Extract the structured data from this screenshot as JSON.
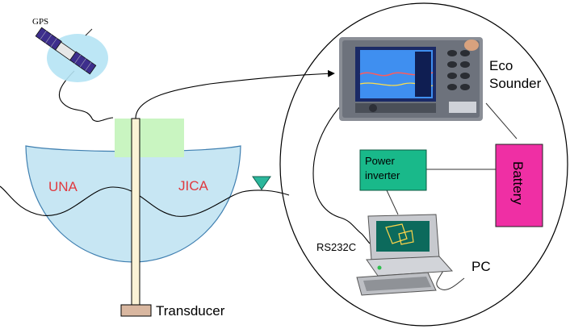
{
  "labels": {
    "gps": "GPS",
    "una": "UNA",
    "jica": "JICA",
    "eco_sounder_line1": "Eco",
    "eco_sounder_line2": "Sounder",
    "power_inverter_line1": "Power",
    "power_inverter_line2": "inverter",
    "battery": "Battery",
    "rs232c": "RS232C",
    "pc": "PC",
    "transducer": "Transducer"
  },
  "colors": {
    "boat_hull": "#c7e6f3",
    "antenna_mount": "#c9f5c1",
    "power_inverter": "#19b98a",
    "battery": "#ef2fa4",
    "buoy": "#2bb79c",
    "text_red": "#e0393f",
    "transducer": "#d9b7a0"
  }
}
